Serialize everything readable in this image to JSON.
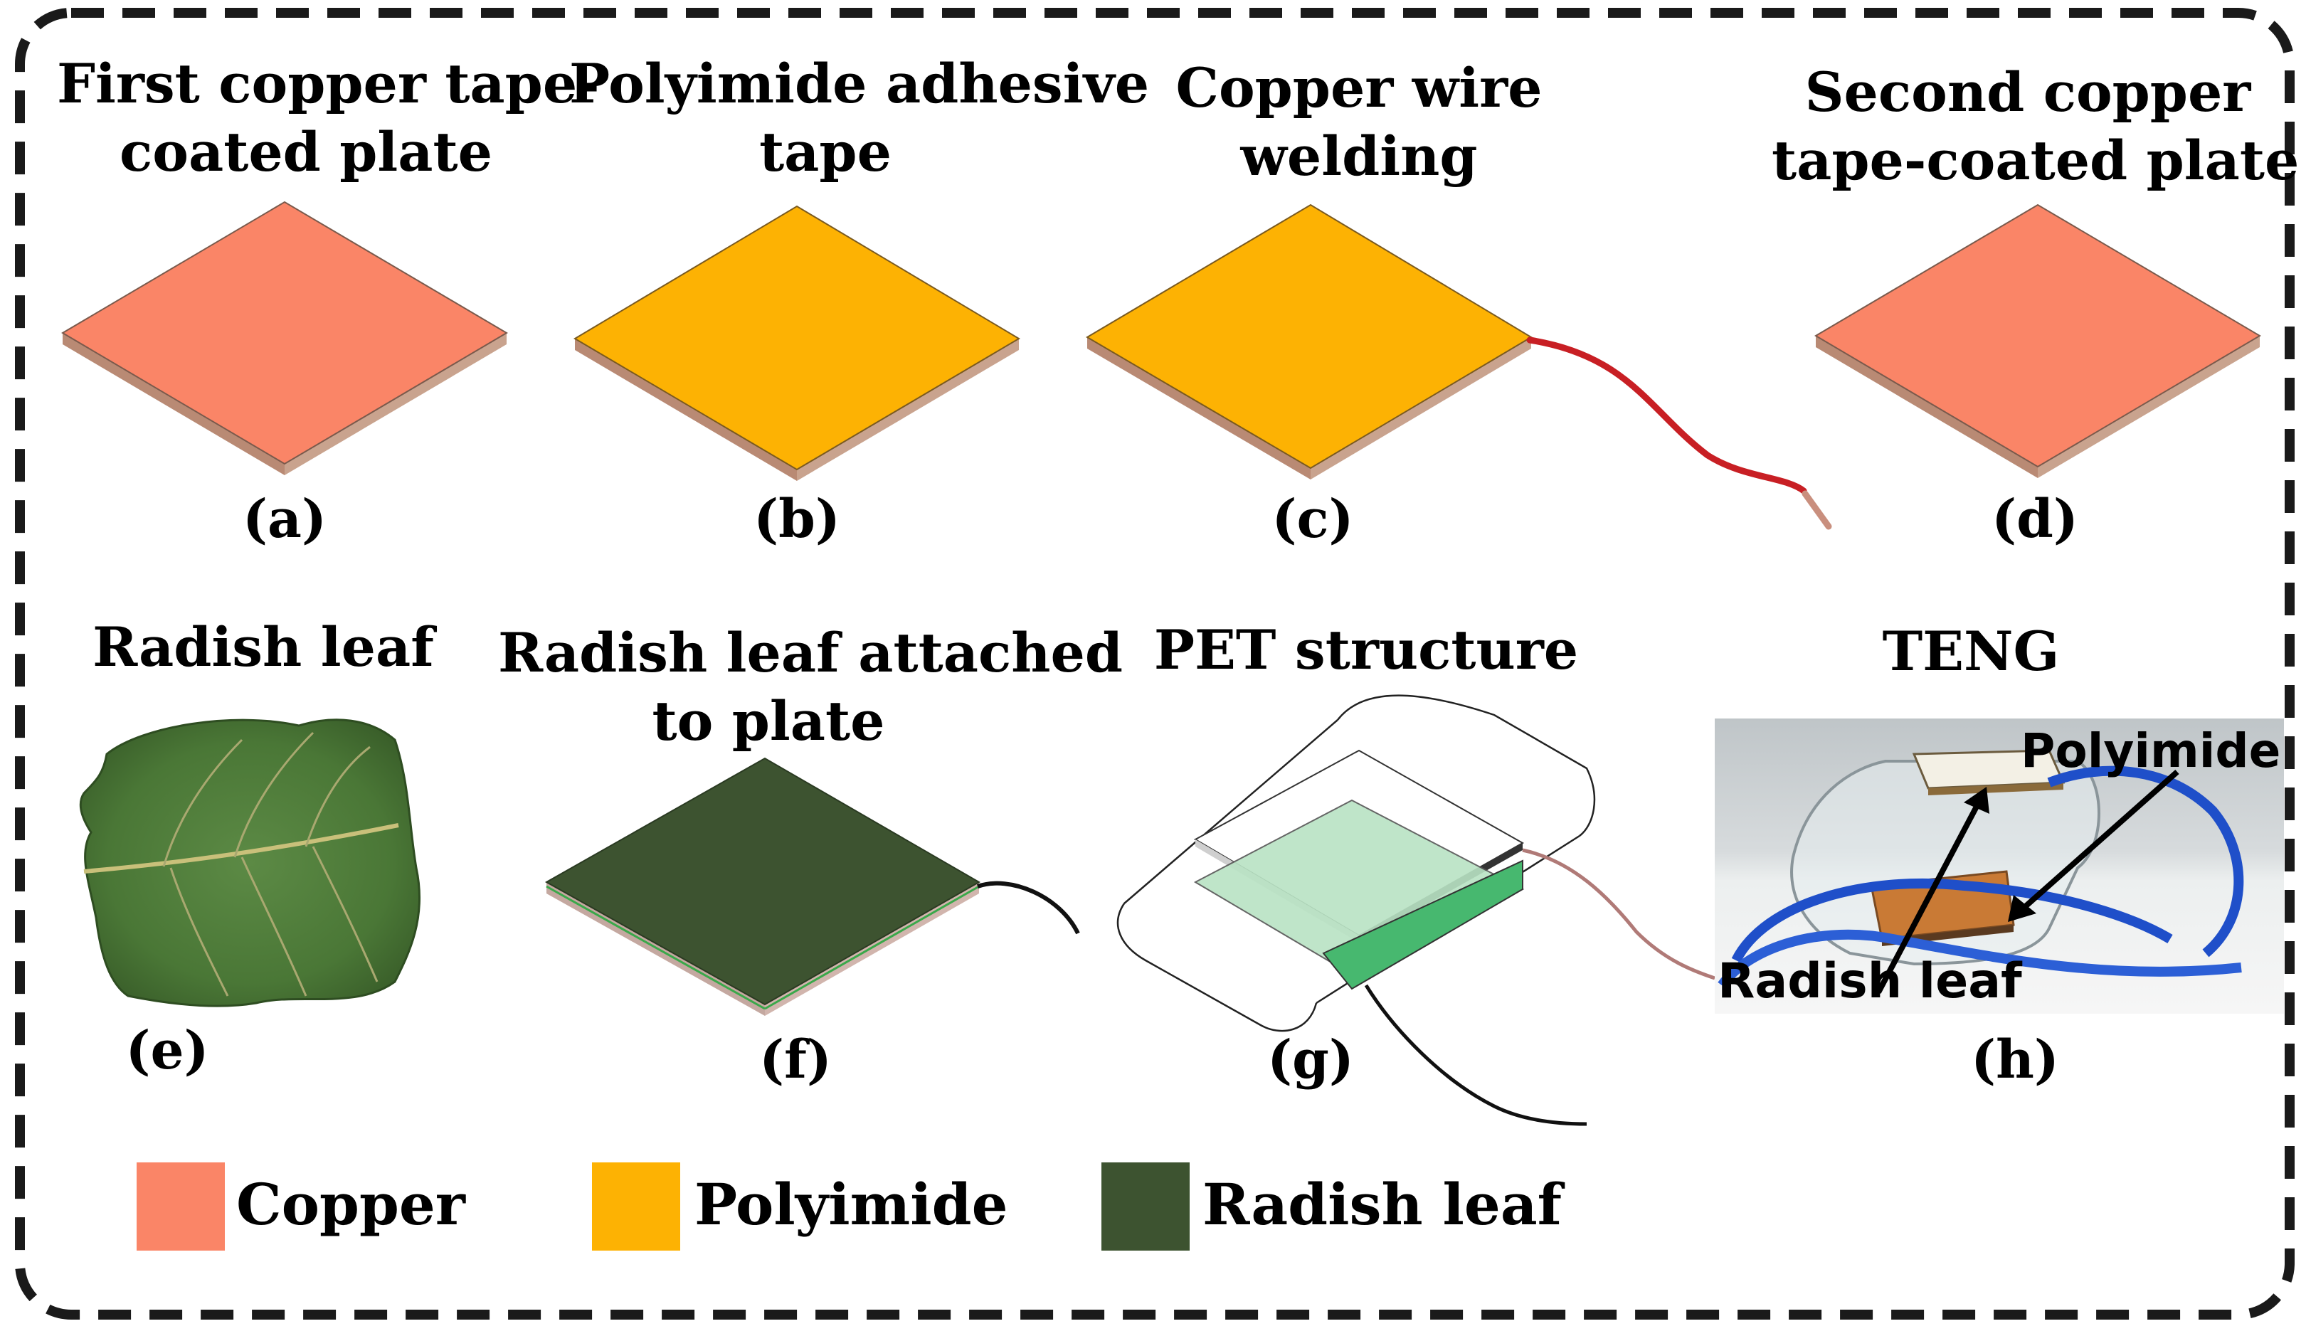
{
  "colors": {
    "copper": "#FA8567",
    "polyimide": "#FDB203",
    "radish_leaf": "#3D5330",
    "wire_red": "#C81F24",
    "frame": "#1a1a1a"
  },
  "panels": {
    "a": {
      "title_line1": "First copper tape-",
      "title_line2": "coated plate",
      "label": "(a)"
    },
    "b": {
      "title_line1": "Polyimide adhesive",
      "title_line2": "tape",
      "label": "(b)"
    },
    "c": {
      "title_line1": "Copper wire",
      "title_line2": "welding",
      "label": "(c)"
    },
    "d": {
      "title_line1": "Second copper",
      "title_line2": "tape-coated plate",
      "label": "(d)"
    },
    "e": {
      "title_line1": "Radish leaf",
      "label": "(e)"
    },
    "f": {
      "title_line1": "Radish leaf attached",
      "title_line2": "to plate",
      "label": "(f)"
    },
    "g": {
      "title_line1": "PET structure",
      "label": "(g)"
    },
    "h": {
      "title_line1": "TENG",
      "label": "(h)",
      "photo_labels": {
        "polyimide": "Polyimide",
        "radish_leaf": "Radish leaf"
      }
    }
  },
  "legend": [
    {
      "name": "Copper",
      "color": "#FA8567"
    },
    {
      "name": "Polyimide",
      "color": "#FDB203"
    },
    {
      "name": "Radish leaf",
      "color": "#3D5330"
    }
  ]
}
